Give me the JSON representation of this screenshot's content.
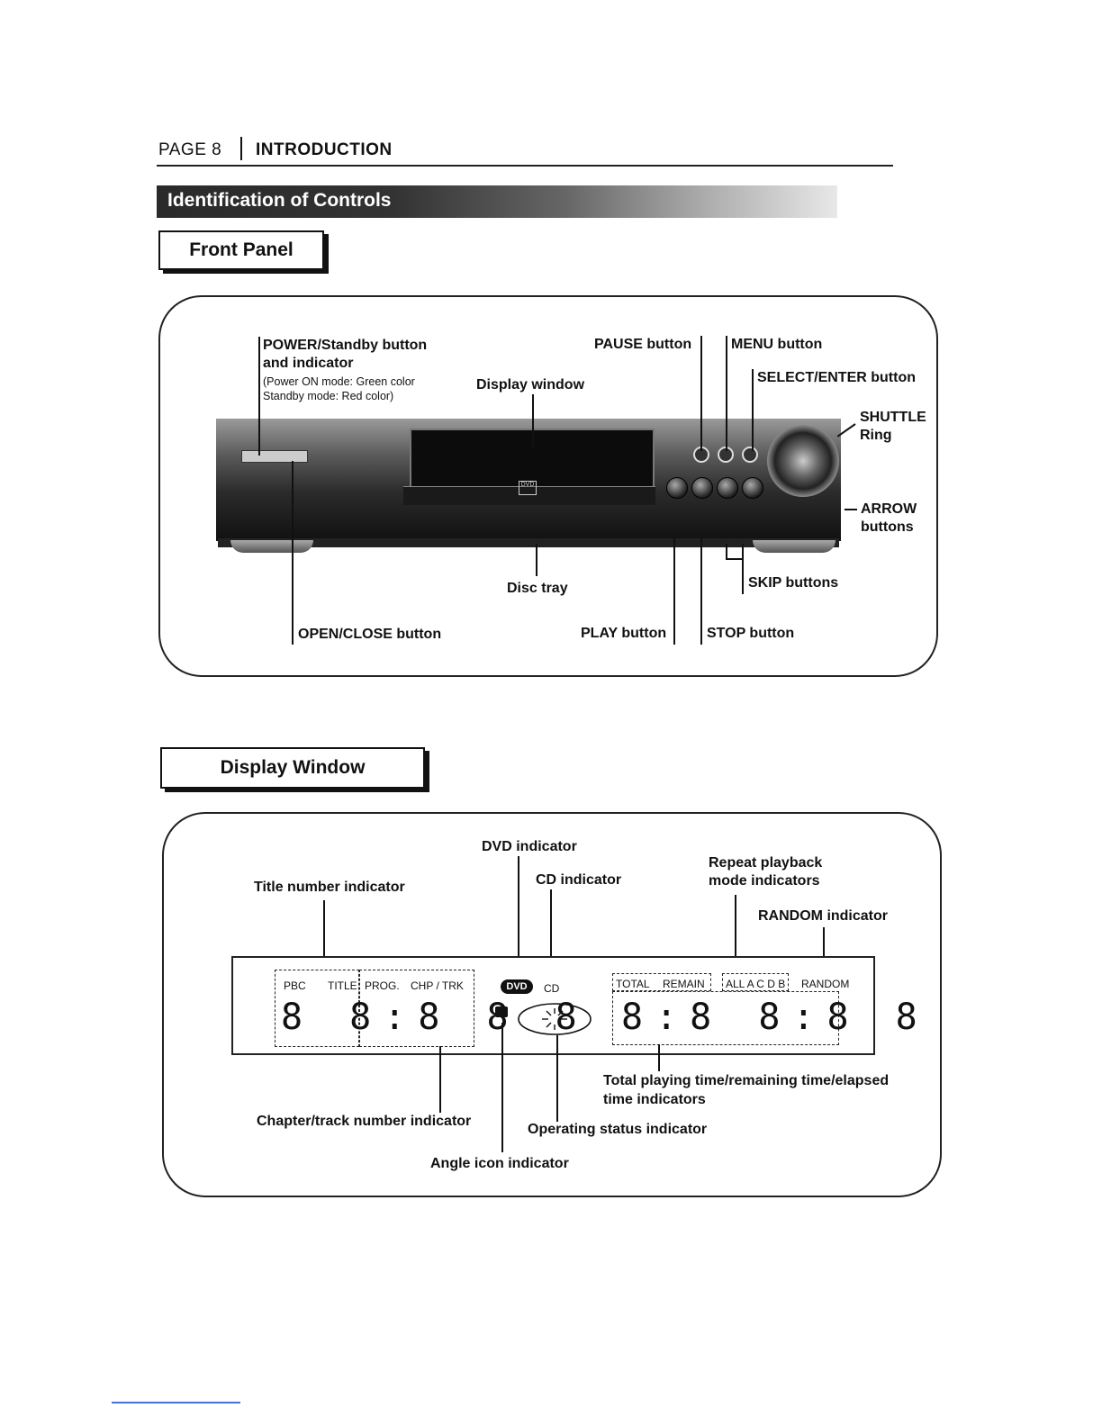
{
  "header": {
    "page_label": "PAGE 8",
    "section": "INTRODUCTION"
  },
  "banner": {
    "title": "Identification of Controls"
  },
  "front_panel": {
    "heading": "Front Panel",
    "labels": {
      "power_line1": "POWER/Standby button",
      "power_line2": "and indicator",
      "power_note1": "(Power ON mode: Green color",
      "power_note2": "Standby mode: Red color)",
      "display_window": "Display window",
      "pause": "PAUSE button",
      "menu": "MENU button",
      "select_enter": "SELECT/ENTER button",
      "shuttle1": "SHUTTLE",
      "shuttle2": "Ring",
      "arrow1": "ARROW",
      "arrow2": "buttons",
      "skip": "SKIP buttons",
      "disc_tray": "Disc tray",
      "open_close": "OPEN/CLOSE button",
      "play": "PLAY button",
      "stop": "STOP button"
    },
    "device_badge": "DVD"
  },
  "display_window": {
    "heading": "Display Window",
    "labels": {
      "dvd_indicator": "DVD indicator",
      "cd_indicator": "CD indicator",
      "repeat1": "Repeat playback",
      "repeat2": "mode indicators",
      "random_indicator": "RANDOM indicator",
      "title_number": "Title number indicator",
      "chapter_track": "Chapter/track number indicator",
      "angle_icon": "Angle icon indicator",
      "operating_status": "Operating status indicator",
      "total_time1": "Total playing time/remaining time/elapsed",
      "total_time2": "time indicators"
    },
    "lcd": {
      "pbc": "PBC",
      "title": "TITLE",
      "prog": "PROG.",
      "chp_trk": "CHP / TRK",
      "dvd": "DVD",
      "cd": "CD",
      "total": "TOTAL",
      "remain": "REMAIN",
      "repeat_modes": "ALL A C D B",
      "random": "RANDOM",
      "digits_left": "8 8:8 8 8",
      "digits_right": "8:8 8:8 8"
    }
  }
}
